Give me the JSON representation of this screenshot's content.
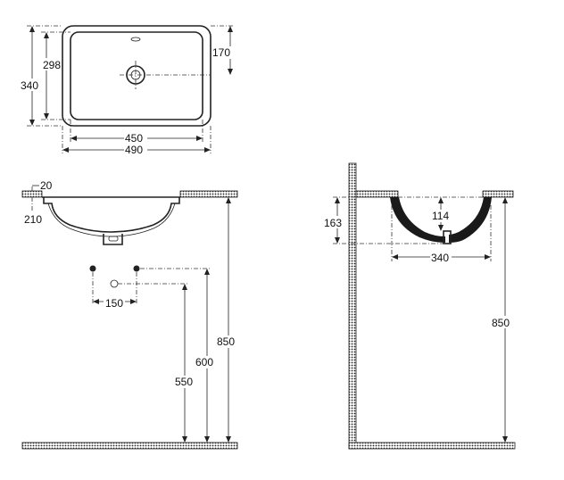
{
  "top_view": {
    "dims": {
      "inner_height": "298",
      "outer_height": "340",
      "drain_offset": "170",
      "inner_width": "450",
      "outer_width": "490"
    }
  },
  "front_view": {
    "dims": {
      "rim_thickness": "20",
      "depth": "210",
      "pipe_spacing": "150",
      "worktop_height": "850",
      "supply_height": "600",
      "waste_height": "550"
    }
  },
  "side_view": {
    "dims": {
      "bowl_depth": "163",
      "drain_depth": "114",
      "width": "340",
      "worktop_height": "850"
    }
  }
}
